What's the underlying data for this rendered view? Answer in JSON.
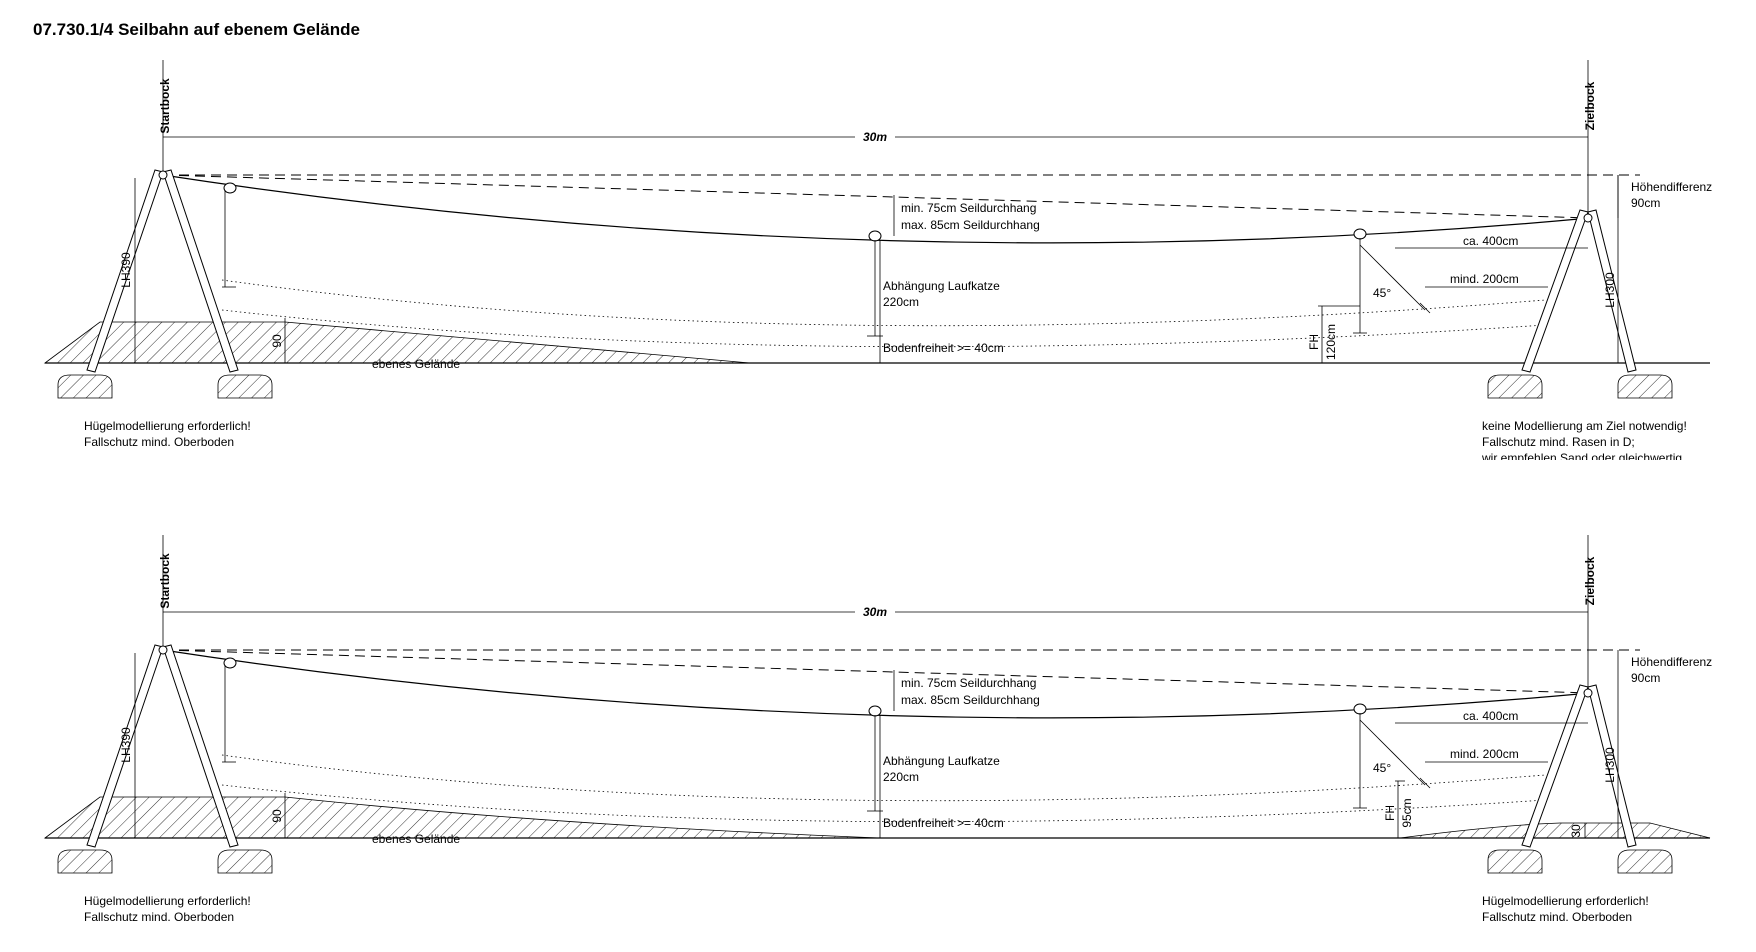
{
  "title": "07.730.1/4 Seilbahn auf ebenem Gelände",
  "diagrams": [
    {
      "start_label": "Startbock",
      "end_label": "Zielbock",
      "span_label": "30m",
      "lh_start": "LH390",
      "lh_end": "LH300",
      "hoehendiff": "Höhendifferenz",
      "hoehendiff_val": "90cm",
      "sag_min": "min. 75cm Seildurchhang",
      "sag_max": "max. 85cm Seildurchhang",
      "abh": "Abhängung Laufkatze",
      "abh_val": "220cm",
      "ca": "ca. 400cm",
      "mind": "mind. 200cm",
      "angle": "45°",
      "fh": "FH",
      "fh_val": "120cm",
      "hill_height": "90",
      "end_hill_height": "",
      "boden": "Bodenfreiheit >= 40cm",
      "gelaende": "ebenes Gelände",
      "note_left": [
        "Hügelmodellierung erforderlich!",
        "Fallschutz mind. Oberboden"
      ],
      "note_right": [
        "keine Modellierung am Ziel notwendig!",
        "Fallschutz mind. Rasen in D;",
        "wir empfehlen Sand oder gleichwertig"
      ]
    },
    {
      "start_label": "Startbock",
      "end_label": "Zielbock",
      "span_label": "30m",
      "lh_start": "LH390",
      "lh_end": "LH300",
      "hoehendiff": "Höhendifferenz",
      "hoehendiff_val": "90cm",
      "sag_min": "min. 75cm Seildurchhang",
      "sag_max": "max. 85cm Seildurchhang",
      "abh": "Abhängung Laufkatze",
      "abh_val": "220cm",
      "ca": "ca. 400cm",
      "mind": "mind. 200cm",
      "angle": "45°",
      "fh": "FH",
      "fh_val": "95cm",
      "hill_height": "90",
      "end_hill_height": "30",
      "boden": "Bodenfreiheit >= 40cm",
      "gelaende": "ebenes Gelände",
      "note_left": [
        "Hügelmodellierung erforderlich!",
        "Fallschutz mind. Oberboden"
      ],
      "note_right": [
        "Hügelmodellierung erforderlich!",
        "Fallschutz mind. Oberboden"
      ]
    }
  ]
}
